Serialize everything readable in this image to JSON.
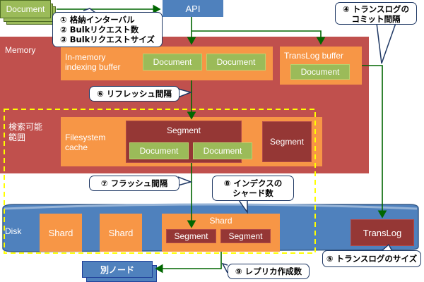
{
  "diagram": {
    "source_document": {
      "label": "Document",
      "icon": "stacked-documents"
    },
    "api": {
      "label": "API"
    },
    "memory": {
      "label": "Memory",
      "indexing_buffer": {
        "label_line1": "In-memory",
        "label_line2": "indexing buffer",
        "documents": [
          "Document",
          "Document"
        ]
      },
      "translog_buffer": {
        "label": "TransLog buffer",
        "documents": [
          "Document"
        ]
      }
    },
    "searchable_region": {
      "label_line1": "検索可能",
      "label_line2": "範囲"
    },
    "filesystem_cache": {
      "label_line1": "Filesystem",
      "label_line2": "cache",
      "segment_main": {
        "label": "Segment",
        "documents": [
          "Document",
          "Document"
        ]
      },
      "segment_side": {
        "label": "Segment"
      }
    },
    "disk": {
      "label": "Disk",
      "shards": [
        "Shard",
        "Shard"
      ],
      "shard_main": {
        "label": "Shard",
        "segments": [
          "Segment",
          "Segment"
        ]
      },
      "translog": {
        "label": "TransLog"
      }
    },
    "other_node": {
      "label": "別ノード"
    },
    "callouts": {
      "c123": {
        "line1": "① 格納インターバル",
        "line2": "② Bulkリクエスト数",
        "line3": "③ Bulkリクエストサイズ"
      },
      "c4": {
        "line1": "④ トランスログの",
        "line2": "コミット間隔"
      },
      "c5": {
        "line1": "⑤ トランスログのサイズ"
      },
      "c6": {
        "line1": "⑥ リフレッシュ間隔"
      },
      "c7": {
        "line1": "⑦ フラッシュ間隔"
      },
      "c8": {
        "line1": "⑧ インデクスの",
        "line2": "シャード数"
      },
      "c9": {
        "line1": "⑨ レプリカ作成数"
      }
    },
    "colors": {
      "memory": "#c0504d",
      "orange": "#f79646",
      "document_green": "#9bbb59",
      "segment": "#953735",
      "disk_blue": "#4f81bd",
      "arrow_green": "#006600",
      "searchable_dashed": "#ffff00"
    }
  }
}
